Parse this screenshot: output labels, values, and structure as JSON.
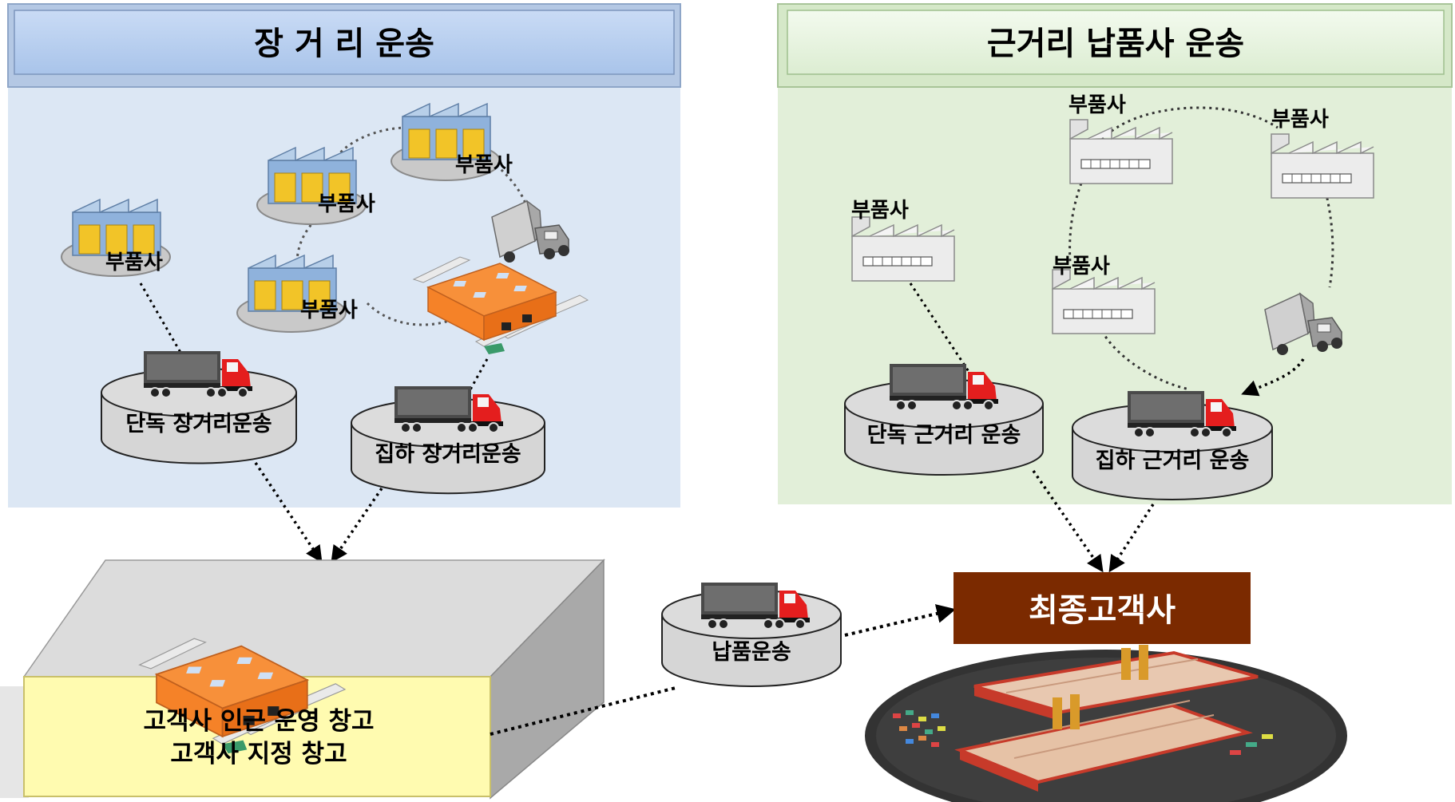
{
  "left_panel": {
    "title": "장 거 리 운송"
  },
  "right_panel": {
    "title": "근거리 납품사 운송"
  },
  "supplier_label": "부품사",
  "nodes": {
    "single_long": "단독 장거리운송",
    "pickup_long": "집하 장거리운송",
    "single_short": "단독 근거리 운송",
    "pickup_short": "집하 근거리 운송",
    "delivery": "납품운송"
  },
  "warehouse": {
    "line1": "고객사 인근 운영 창고",
    "line2": "고객사 지정 창고"
  },
  "final_customer": {
    "label": "최종고객사"
  }
}
